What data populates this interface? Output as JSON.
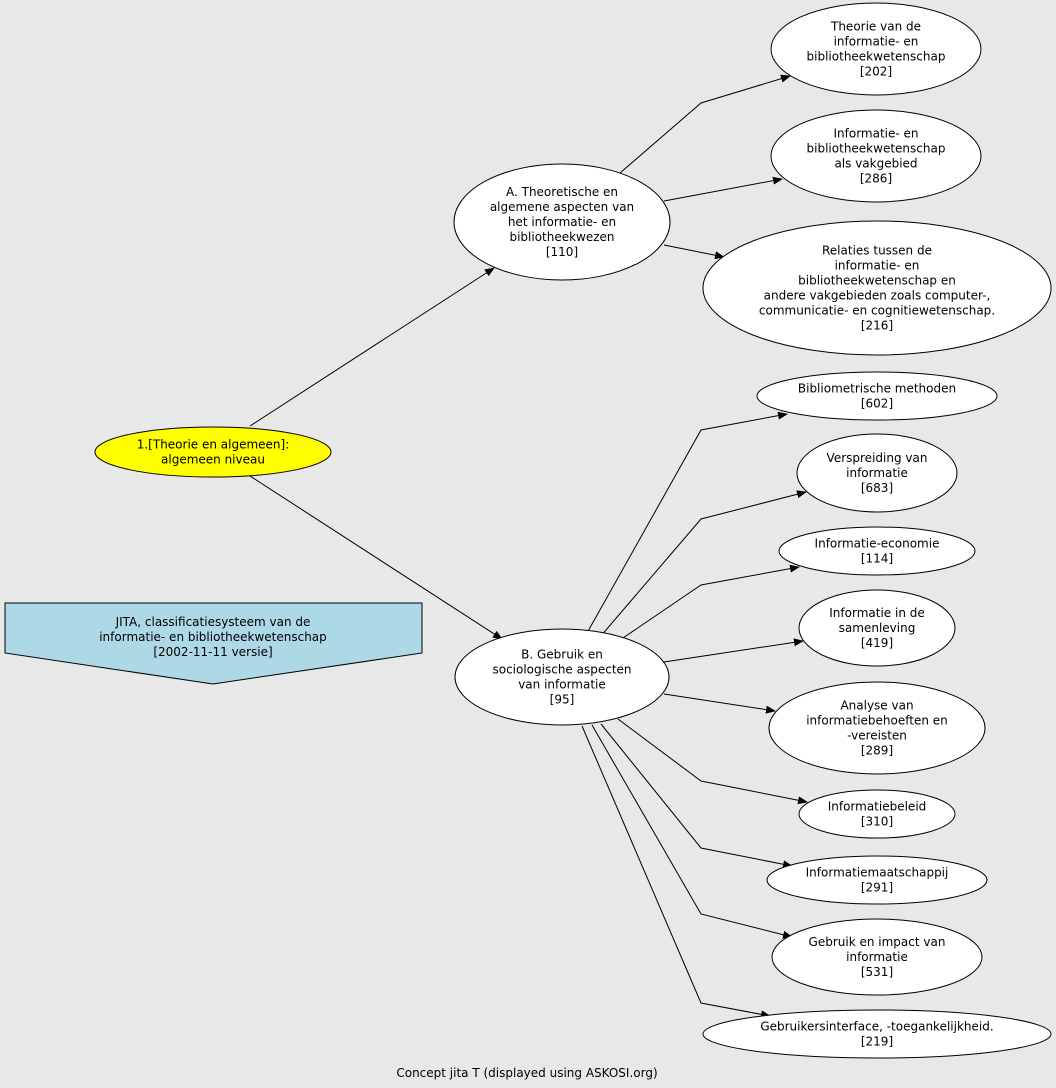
{
  "colors": {
    "background": "#e8e8e8",
    "root_fill": "#ffff00",
    "legend_fill": "#add8e6",
    "node_fill": "#ffffff",
    "stroke": "#000000"
  },
  "root": {
    "lines": [
      "1.[Theorie en algemeen]:",
      "algemeen niveau"
    ]
  },
  "legend": {
    "lines": [
      "JITA, classificatiesysteem van de",
      "informatie- en bibliotheekwetenschap",
      "[2002-11-11 versie]"
    ]
  },
  "branches": [
    {
      "lines": [
        "A. Theoretische en",
        "algemene aspecten van",
        "het informatie- en",
        "bibliotheekwezen",
        "[110]"
      ],
      "children": [
        {
          "lines": [
            "Theorie van de",
            "informatie- en",
            "bibliotheekwetenschap",
            "[202]"
          ]
        },
        {
          "lines": [
            "Informatie- en",
            "bibliotheekwetenschap",
            "als vakgebied",
            "[286]"
          ]
        },
        {
          "lines": [
            "Relaties tussen de",
            "informatie- en",
            "bibliotheekwetenschap en",
            "andere vakgebieden zoals computer-,",
            "communicatie- en cognitiewetenschap.",
            "[216]"
          ]
        }
      ]
    },
    {
      "lines": [
        "B. Gebruik en",
        "sociologische aspecten",
        "van informatie",
        "[95]"
      ],
      "children": [
        {
          "lines": [
            "Bibliometrische methoden",
            "[602]"
          ]
        },
        {
          "lines": [
            "Verspreiding van",
            "informatie",
            "[683]"
          ]
        },
        {
          "lines": [
            "Informatie-economie",
            "[114]"
          ]
        },
        {
          "lines": [
            "Informatie in de",
            "samenleving",
            "[419]"
          ]
        },
        {
          "lines": [
            "Analyse van",
            "informatiebehoeften en",
            "-vereisten",
            "[289]"
          ]
        },
        {
          "lines": [
            "Informatiebeleid",
            "[310]"
          ]
        },
        {
          "lines": [
            "Informatiemaatschappij",
            "[291]"
          ]
        },
        {
          "lines": [
            "Gebruik en impact van",
            "informatie",
            "[531]"
          ]
        },
        {
          "lines": [
            "Gebruikersinterface, -toegankelijkheid.",
            "[219]"
          ]
        }
      ]
    }
  ],
  "footer": "Concept jita T (displayed using ASKOSI.org)"
}
